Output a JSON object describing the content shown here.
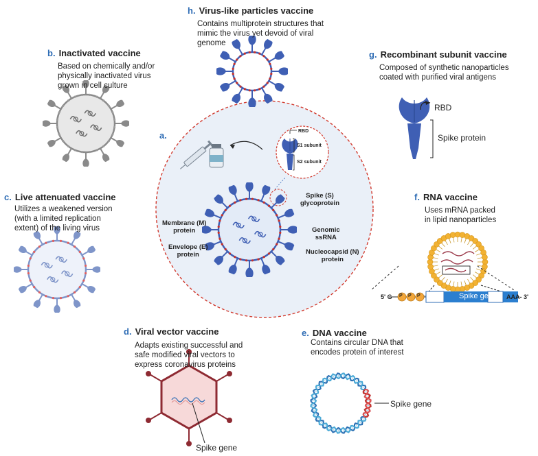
{
  "sections": {
    "a": {
      "letter": "a."
    },
    "b": {
      "letter": "b.",
      "title": "Inactivated vaccine",
      "desc": [
        "Based on chemically and/or",
        "physically inactivated virus",
        "grown in cell culture"
      ]
    },
    "c": {
      "letter": "c.",
      "title": "Live attenuated vaccine",
      "desc": [
        "Utilizes a weakened version",
        "(with a limited replication",
        "extent) of the living virus"
      ]
    },
    "d": {
      "letter": "d.",
      "title": "Viral vector vaccine",
      "desc": [
        "Adapts existing successful and",
        "safe modified viral vectors to",
        "express coronavirus proteins"
      ],
      "gene_label": "Spike gene"
    },
    "e": {
      "letter": "e.",
      "title": "DNA vaccine",
      "desc": [
        "Contains circular DNA that",
        "encodes protein of interest"
      ],
      "gene_label": "Spike gene"
    },
    "f": {
      "letter": "f.",
      "title": "RNA vaccine",
      "desc": [
        "Uses mRNA packed",
        "in lipid nanoparticles"
      ],
      "five_prime": "5' G",
      "cap": [
        "P",
        "P",
        "P"
      ],
      "gene_label": "Spike gene",
      "three_prime": "AAA- 3'"
    },
    "g": {
      "letter": "g.",
      "title": "Recombinant subunit vaccine",
      "desc": [
        "Composed of synthetic nanoparticles",
        "coated with purified viral antigens"
      ],
      "rbd": "RBD",
      "spike": "Spike protein"
    },
    "h": {
      "letter": "h.",
      "title": "Virus-like particles vaccine",
      "desc": [
        "Contains multiprotein structures that",
        "mimic the virus yet devoid of viral",
        "genome"
      ]
    }
  },
  "virion_labels": {
    "rbd": "RBD",
    "s1": "S1 subunit",
    "s2": "S2 subunit",
    "spike": [
      "Spike (S)",
      "glycoprotein"
    ],
    "membrane": [
      "Membrane (M)",
      "protein"
    ],
    "envelope": [
      "Envelope (E)",
      "protein"
    ],
    "genomic": [
      "Genomic",
      "ssRNA"
    ],
    "nucleocapsid": [
      "Nucleocapsid (N)",
      "protein"
    ]
  },
  "colors": {
    "accent": "#2f6db5",
    "spike": "#3f5fb4",
    "red": "#c8302a",
    "gold": "#f2b233",
    "gray": "#9a9a9a"
  }
}
